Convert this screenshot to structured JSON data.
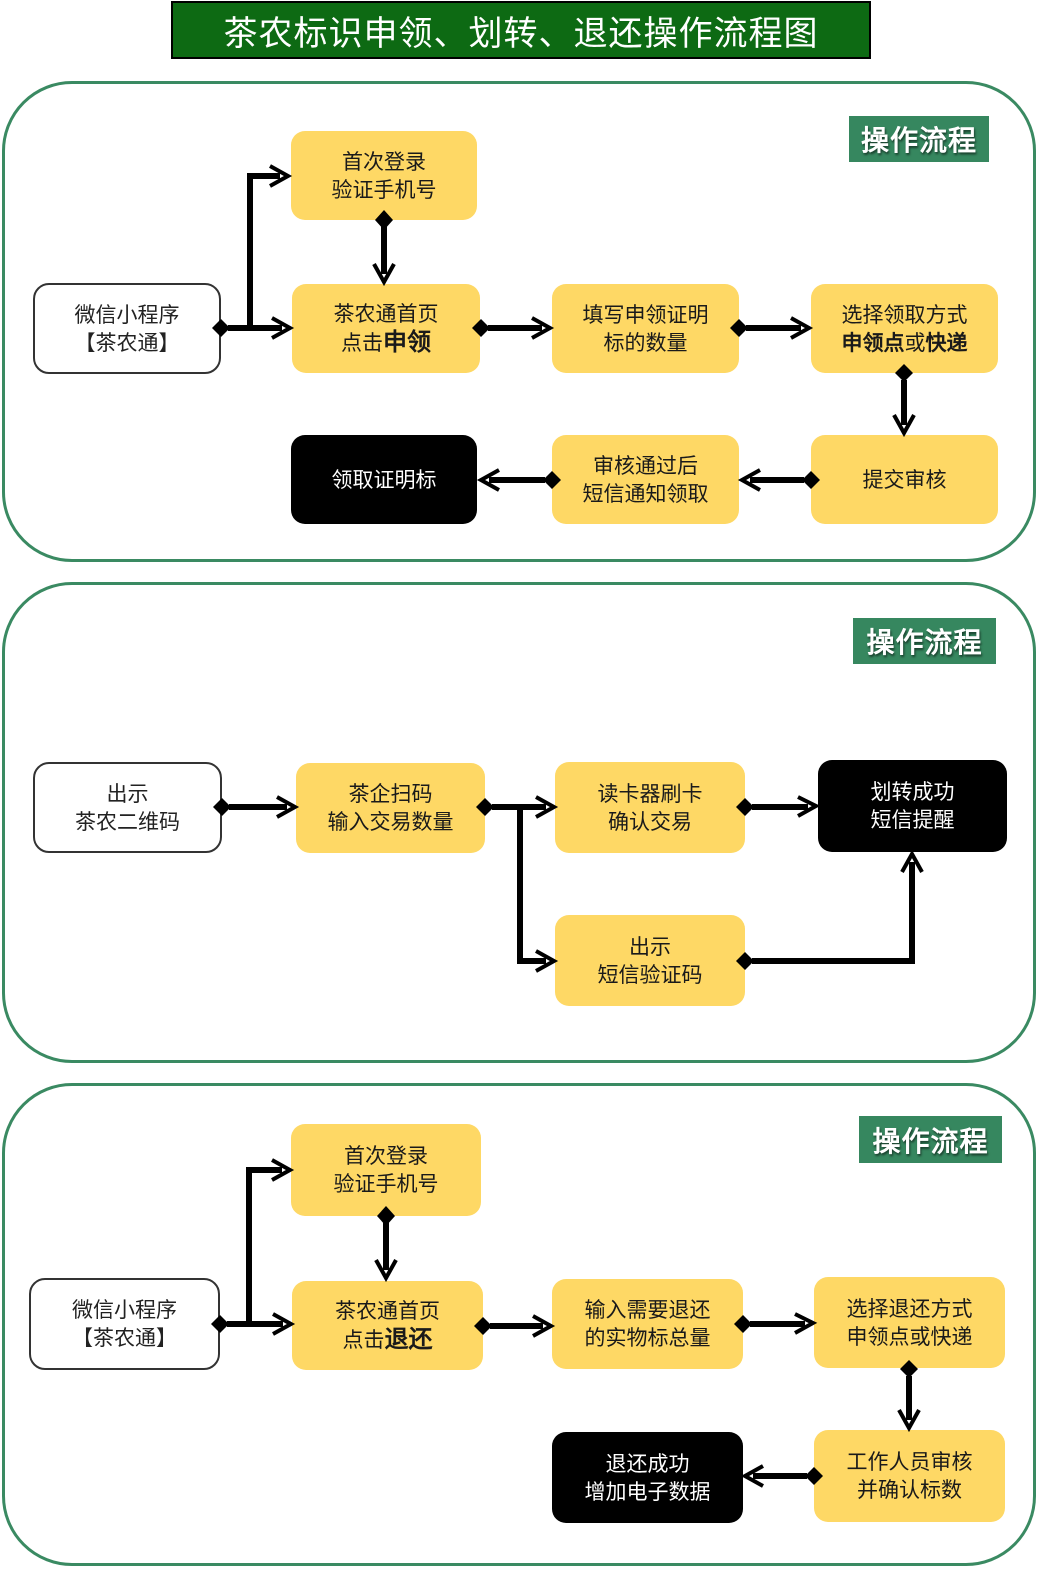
{
  "title": "茶农标识申领、划转、退还操作流程图",
  "colors": {
    "title_bg": "#0d6a13",
    "panel_border": "#3a8a62",
    "badge_bg": "#36875f",
    "step_yellow": "#fed865",
    "final_black": "#000000"
  },
  "panels": [
    {
      "badge": "操作流程",
      "nodes": {
        "start": [
          "微信小程序",
          "【茶农通】"
        ],
        "first_login": [
          "首次登录",
          "验证手机号"
        ],
        "home": {
          "line1": "茶农通首页",
          "line2_prefix": "点击",
          "line2_bold": "申领"
        },
        "fill_qty": [
          "填写申领证明",
          "标的数量"
        ],
        "choose_method": {
          "line1": "选择领取方式",
          "bold_a": "申领点",
          "plain": "或",
          "bold_b": "快递"
        },
        "submit": [
          "提交审核"
        ],
        "approved": [
          "审核通过后",
          "短信通知领取"
        ],
        "receive": [
          "领取证明标"
        ]
      }
    },
    {
      "badge": "操作流程",
      "nodes": {
        "start": [
          "出示",
          "茶农二维码"
        ],
        "scan": [
          "茶企扫码",
          "输入交易数量"
        ],
        "card": [
          "读卡器刷卡",
          "确认交易"
        ],
        "sms_code": [
          "出示",
          "短信验证码"
        ],
        "success": [
          "划转成功",
          "短信提醒"
        ]
      }
    },
    {
      "badge": "操作流程",
      "nodes": {
        "start": [
          "微信小程序",
          "【茶农通】"
        ],
        "first_login": [
          "首次登录",
          "验证手机号"
        ],
        "home": {
          "line1": "茶农通首页",
          "line2_prefix": "点击",
          "line2_bold": "退还"
        },
        "input_qty": [
          "输入需要退还",
          "的实物标总量"
        ],
        "choose_method": [
          "选择退还方式",
          "申领点或快递"
        ],
        "staff_review": [
          "工作人员审核",
          "并确认标数"
        ],
        "success": [
          "退还成功",
          "增加电子数据"
        ]
      }
    }
  ]
}
